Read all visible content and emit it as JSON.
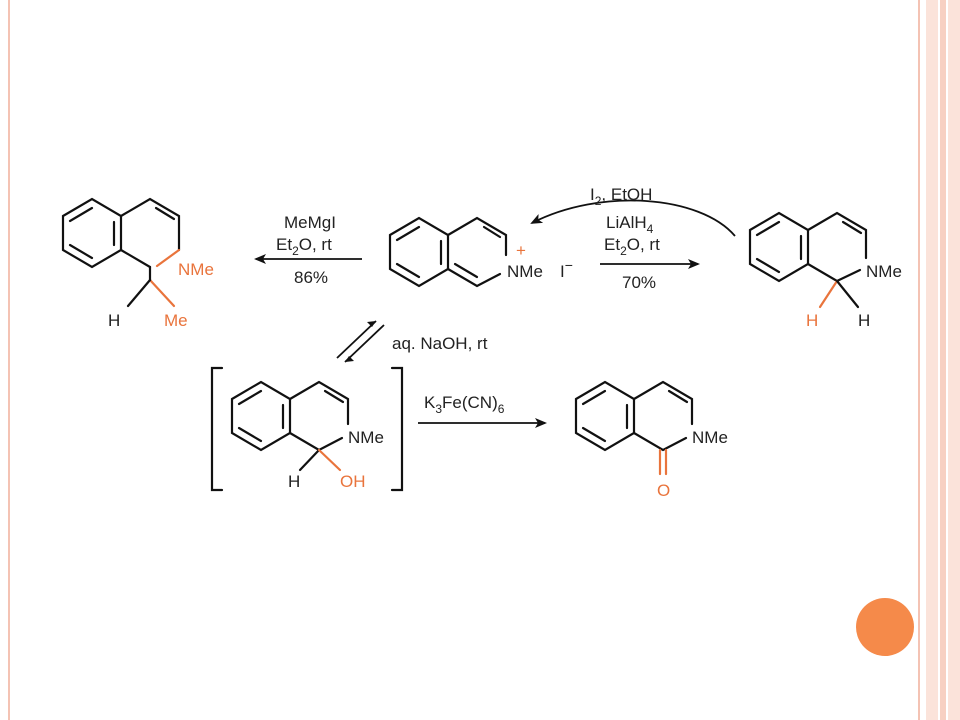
{
  "scheme": {
    "left_product": {
      "nitrogen": "NMe",
      "h": "H",
      "me": "Me"
    },
    "left_reagents": {
      "line1": "MeMgI",
      "line2": "Et",
      "line2_sub": "2",
      "line2_rest": "O, rt",
      "yield": "86%"
    },
    "center_salt": {
      "nitrogen": "NMe",
      "plus": "+",
      "iodide": "I",
      "iodide_charge": "−"
    },
    "top_reagents": {
      "i": "I",
      "i_sub": "2",
      "rest": ", EtOH"
    },
    "right_reagents": {
      "line1": "LiAlH",
      "line1_sub": "4",
      "line2": "Et",
      "line2_sub": "2",
      "line2_rest": "O, rt",
      "yield": "70%"
    },
    "right_product": {
      "nitrogen": "NMe",
      "h_orange": "H",
      "h": "H"
    },
    "equilibrium_reagent": "aq. NaOH, rt",
    "bracket_intermediate": {
      "nitrogen": "NMe",
      "h": "H",
      "oh": "OH"
    },
    "oxidation_reagent": {
      "k": "K",
      "k_sub": "3",
      "fe": "Fe(CN)",
      "fe_sub": "6"
    },
    "final_product": {
      "nitrogen": "NMe",
      "o": "O"
    }
  },
  "colors": {
    "accent": "#f58a4a",
    "highlight": "#e9743c",
    "frame": "#f4c3b4"
  }
}
